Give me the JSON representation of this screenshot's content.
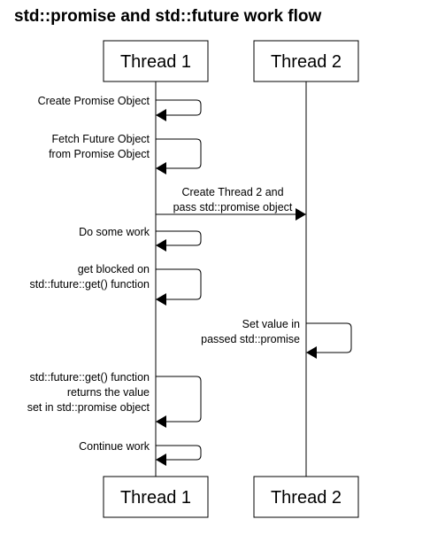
{
  "title": "std::promise and std::future work flow",
  "participants": [
    {
      "name": "Thread 1"
    },
    {
      "name": "Thread 2"
    }
  ],
  "messages": [
    {
      "from": "Thread 1",
      "to": "Thread 1",
      "lines": [
        "Create Promise Object"
      ]
    },
    {
      "from": "Thread 1",
      "to": "Thread 1",
      "lines": [
        "Fetch Future Object",
        "from Promise Object"
      ]
    },
    {
      "from": "Thread 1",
      "to": "Thread 2",
      "lines": [
        "Create Thread 2 and",
        "pass std::promise object"
      ]
    },
    {
      "from": "Thread 1",
      "to": "Thread 1",
      "lines": [
        "Do some work"
      ]
    },
    {
      "from": "Thread 1",
      "to": "Thread 1",
      "lines": [
        "get blocked on",
        "std::future::get() function"
      ]
    },
    {
      "from": "Thread 2",
      "to": "Thread 2",
      "lines": [
        "Set value in",
        "passed std::promise"
      ]
    },
    {
      "from": "Thread 1",
      "to": "Thread 1",
      "lines": [
        "std::future::get() function",
        "returns the value",
        "set in std::promise object"
      ]
    },
    {
      "from": "Thread 1",
      "to": "Thread 1",
      "lines": [
        "Continue work"
      ]
    }
  ],
  "colors": {
    "stroke": "#000000",
    "background": "#ffffff"
  }
}
